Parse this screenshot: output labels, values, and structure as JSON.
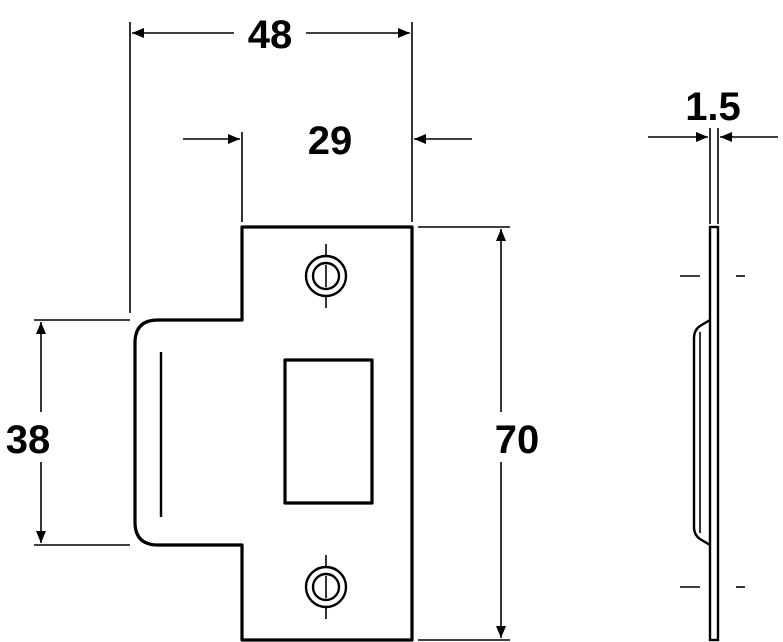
{
  "dimensions": {
    "overall_width": "48",
    "tongue_width": "29",
    "tongue_height": "38",
    "plate_height": "70",
    "thickness": "1.5"
  },
  "colors": {
    "line": "#000000",
    "background": "#ffffff"
  }
}
